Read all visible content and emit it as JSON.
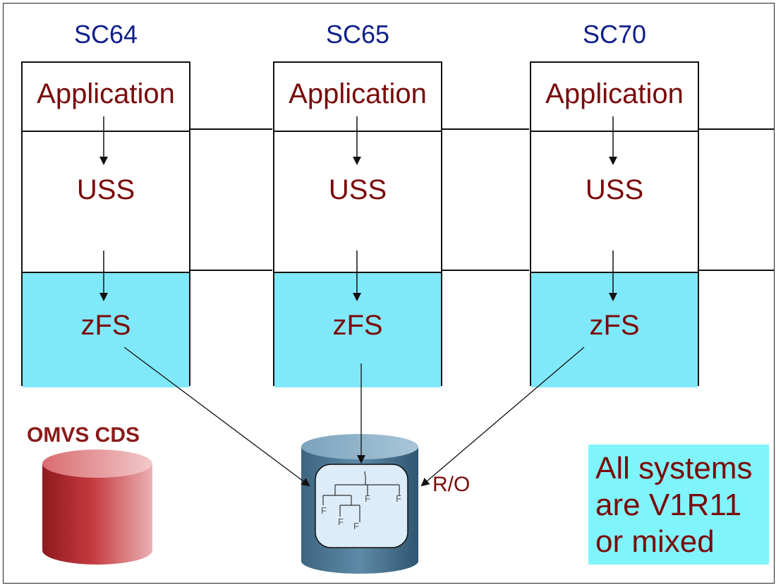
{
  "systems": [
    {
      "name": "SC64",
      "layers": {
        "app": "Application",
        "uss": "USS",
        "zfs": "zFS"
      }
    },
    {
      "name": "SC65",
      "layers": {
        "app": "Application",
        "uss": "USS",
        "zfs": "zFS"
      }
    },
    {
      "name": "SC70",
      "layers": {
        "app": "Application",
        "uss": "USS",
        "zfs": "zFS"
      }
    }
  ],
  "cds_label": "OMVS CDS",
  "shared_fs": {
    "mode_label": "R/O",
    "file_marker": "F",
    "root_marker": "/"
  },
  "note": {
    "line1": "All systems",
    "line2": "are V1R11",
    "line3": "or mixed"
  },
  "colors": {
    "system_title": "#0f1f8a",
    "layer_text": "#7a0a0a",
    "zfs_fill": "#80e8fb",
    "note_fill": "#80f4fb",
    "cds_cylinder": "#b3282d",
    "shared_cylinder": "#4f7a96"
  },
  "icons": {
    "cds": "database-cylinder-icon",
    "shared_fs": "database-cylinder-icon",
    "tree": "file-tree-icon"
  }
}
